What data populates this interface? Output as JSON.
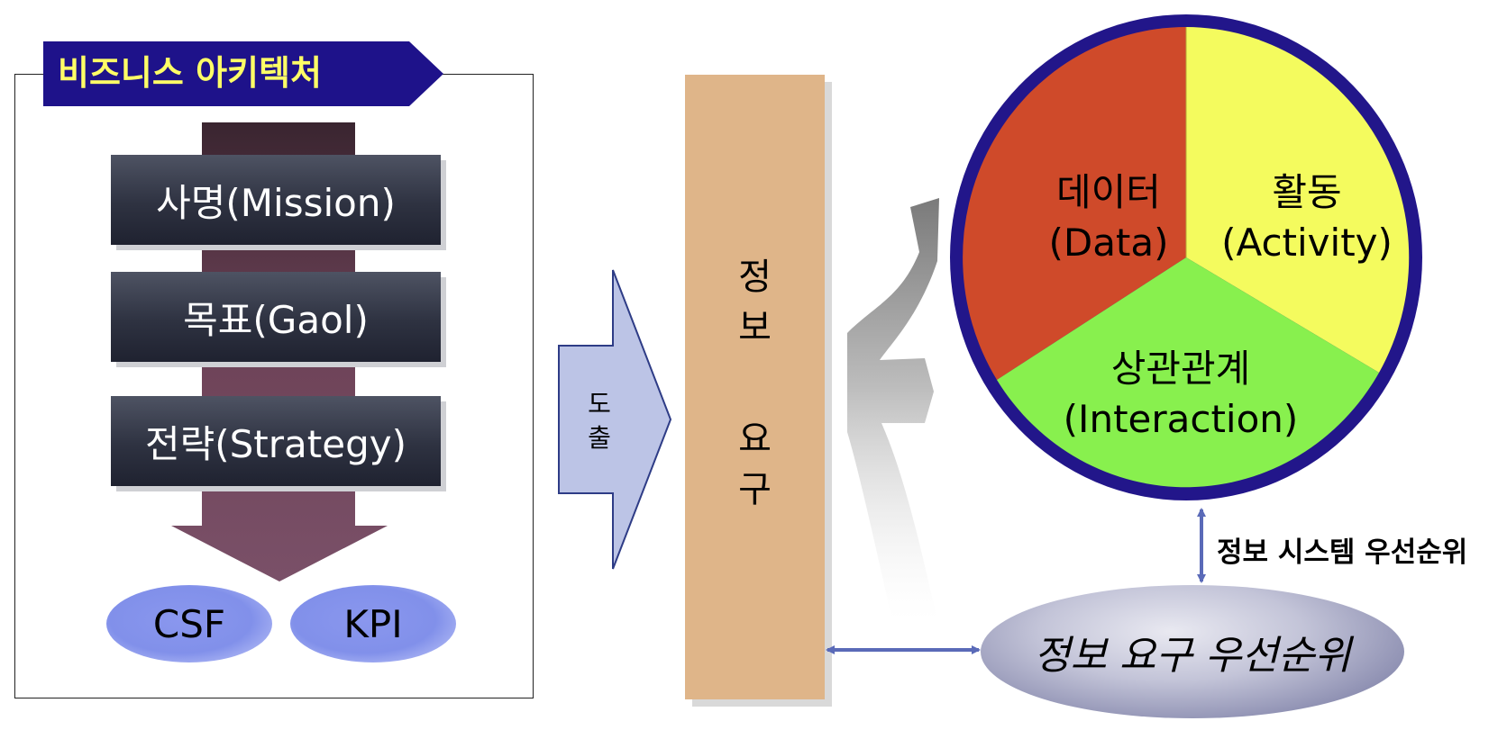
{
  "business_architecture": {
    "title": "비즈니스 아키텍처",
    "steps": [
      "사명(Mission)",
      "목표(Gaol)",
      "전략(Strategy)"
    ],
    "outputs": [
      "CSF",
      "KPI"
    ]
  },
  "derive": {
    "line1": "도",
    "line2": "출"
  },
  "info_requirement": {
    "part1_line1": "정",
    "part1_line2": "보",
    "part2_line1": "요",
    "part2_line2": "구"
  },
  "pie": {
    "data_line1": "데이터",
    "data_line2": "(Data)",
    "activity_line1": "활동",
    "activity_line2": "(Activity)",
    "interaction_line1": "상관관계",
    "interaction_line2": "(Interaction)",
    "colors": {
      "data": "#cf4a2a",
      "activity": "#f4fb5e",
      "interaction": "#88f04e",
      "border": "#22168a"
    }
  },
  "system_priority_label": "정보 시스템 우선순위",
  "requirement_priority_label": "정보 요구 우선순위"
}
